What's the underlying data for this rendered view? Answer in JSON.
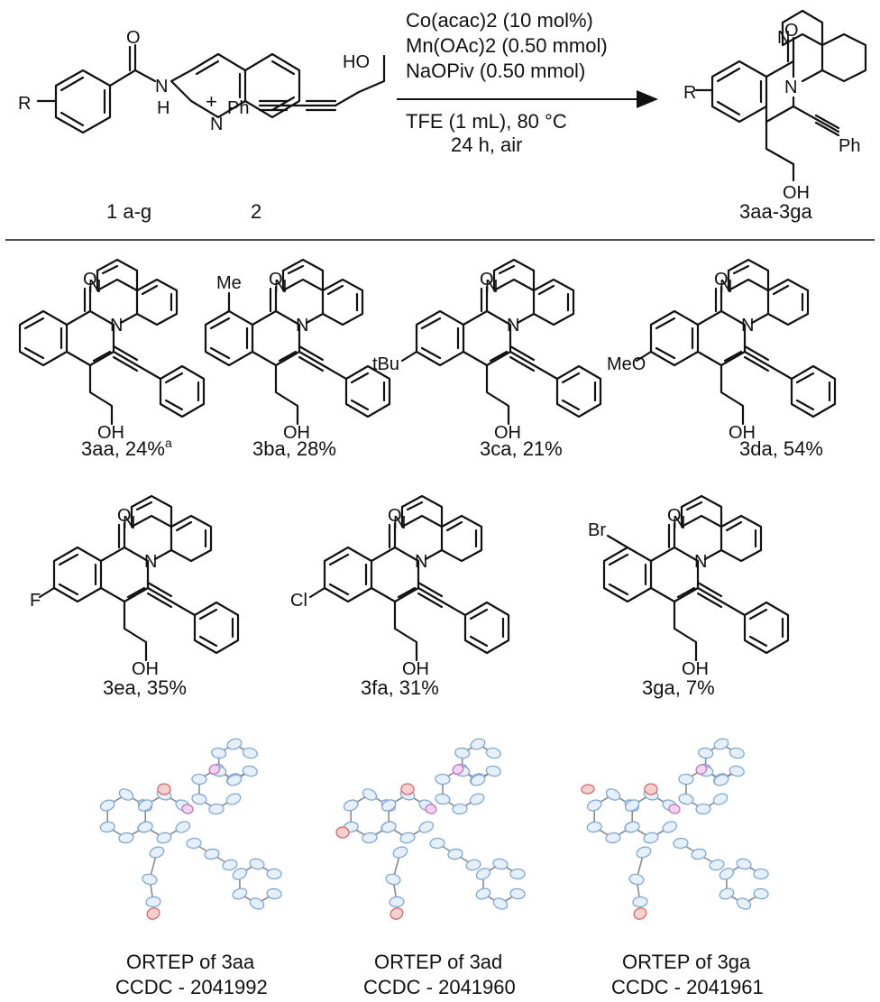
{
  "scheme": {
    "conditions": {
      "line1": "Co(acac)2 (10 mol%)",
      "line2": "Mn(OAc)2 (0.50 mmol)",
      "line3": "NaOPiv (0.50 mmol)",
      "line4": "TFE (1 mL), 80 °C",
      "line5": "24 h, air"
    },
    "reactant1_label": "1 a-g",
    "reactant2_label": "2",
    "product_label": "3aa-3ga",
    "plus": "+"
  },
  "atoms": {
    "R": "R",
    "O": "O",
    "N": "N",
    "H": "H",
    "Ph": "Ph",
    "HO": "HO",
    "OH": "OH",
    "Me": "Me",
    "tBu": "tBu",
    "MeO": "MeO",
    "F": "F",
    "Cl": "Cl",
    "Br": "Br"
  },
  "products": [
    {
      "id": "3aa",
      "label": "3aa, 24%",
      "note": "a"
    },
    {
      "id": "3ba",
      "label": "3ba, 28%"
    },
    {
      "id": "3ca",
      "label": "3ca, 21%"
    },
    {
      "id": "3da",
      "label": "3da, 54%"
    },
    {
      "id": "3ea",
      "label": "3ea, 35%"
    },
    {
      "id": "3fa",
      "label": "3fa, 31%"
    },
    {
      "id": "3ga",
      "label": "3ga, 7%"
    }
  ],
  "ortep": [
    {
      "title": "ORTEP of 3aa",
      "ccdc": "CCDC - 2041992"
    },
    {
      "title": "ORTEP of 3ad",
      "ccdc": "CCDC - 2041960"
    },
    {
      "title": "ORTEP of 3ga",
      "ccdc": "CCDC - 2041961"
    }
  ]
}
